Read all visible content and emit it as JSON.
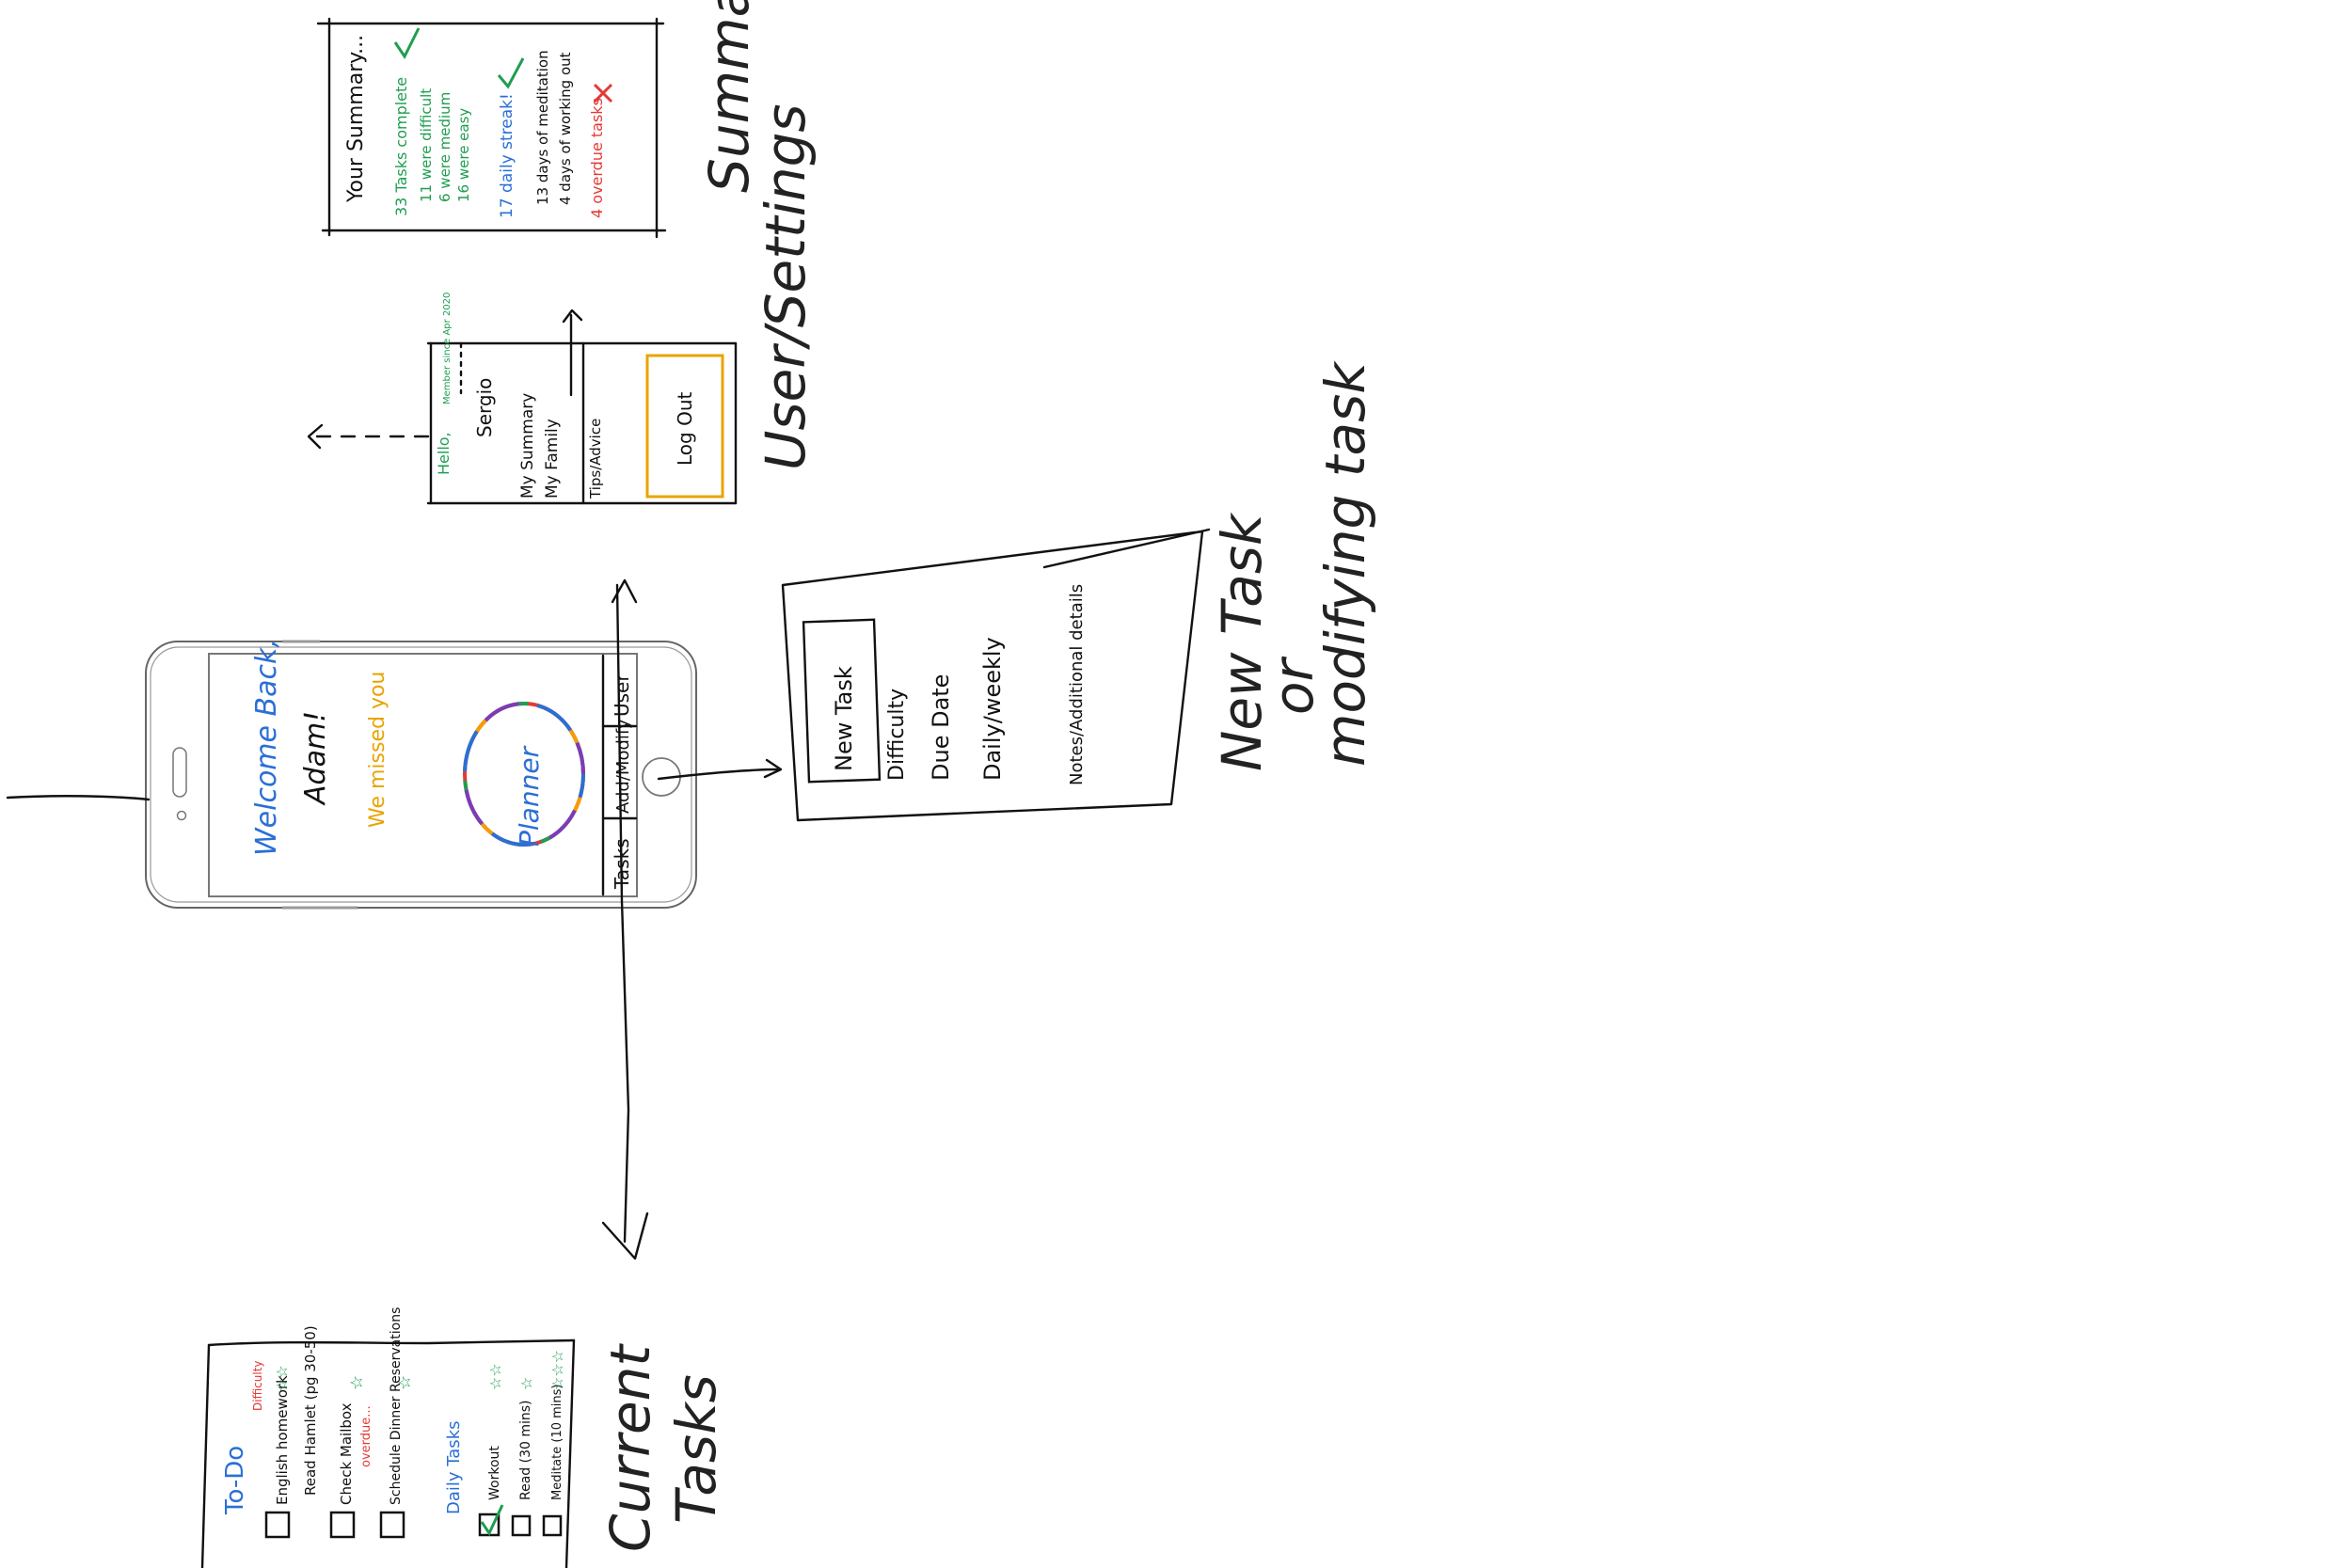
{
  "colors": {
    "blue": "#2a6fd6",
    "green": "#1e9e50",
    "orange": "#e8a400",
    "red": "#e53935",
    "purple": "#7e3bb8",
    "ink": "#111111"
  },
  "labels": {
    "summary": "Summary",
    "user_settings": "User/Settings",
    "new_task": "New Task",
    "or": "or",
    "modifying_task": "modifying task",
    "current": "Current",
    "tasks": "Tasks"
  },
  "phone": {
    "welcome": "Welcome Back,",
    "name": "Adam!",
    "missed": "We missed you",
    "logo": "Planner",
    "nav": [
      "Tasks",
      "Add/Modify",
      "User"
    ]
  },
  "summary_screen": {
    "title": "Your Summary...",
    "tasks_complete": "33 Tasks complete",
    "difficult": "11 were difficult",
    "medium": "6 were medium",
    "easy": "16 were easy",
    "streak": "17 daily streak!",
    "meditation": "13 days of meditation",
    "working_out": "4 days of working out",
    "overdue": "4 overdue tasks..",
    "check_icon": "check-icon",
    "cross_icon": "cross-icon"
  },
  "user_screen": {
    "hello": "Hello,",
    "member": "Member since Apr 2020",
    "name": "Sergio",
    "items": [
      "My Summary",
      "My Family",
      "Tips/Advice"
    ],
    "logout": "Log Out"
  },
  "new_task_screen": {
    "title": "New Task",
    "items": [
      "Difficulty",
      "Due Date",
      "Daily/weekly",
      "Notes/Additional details"
    ]
  },
  "tasks_screen": {
    "todo_title": "To-Do",
    "difficulty_header": "Difficulty",
    "todo": [
      {
        "text": "English homework",
        "note": "",
        "stars": "☆☆"
      },
      {
        "text": "Read Hamlet (pg 30-50)",
        "note": "",
        "stars": ""
      },
      {
        "text": "Check Mailbox",
        "note": "overdue...",
        "stars": "☆"
      },
      {
        "text": "Schedule Dinner Reservations",
        "note": "",
        "stars": "☆"
      }
    ],
    "daily_title": "Daily Tasks",
    "daily": [
      {
        "text": "Workout",
        "checked": true,
        "stars": "☆☆"
      },
      {
        "text": "Read (30 mins)",
        "checked": false,
        "stars": "☆"
      },
      {
        "text": "Meditate (10 mins)",
        "checked": false,
        "stars": "☆☆☆"
      }
    ]
  }
}
